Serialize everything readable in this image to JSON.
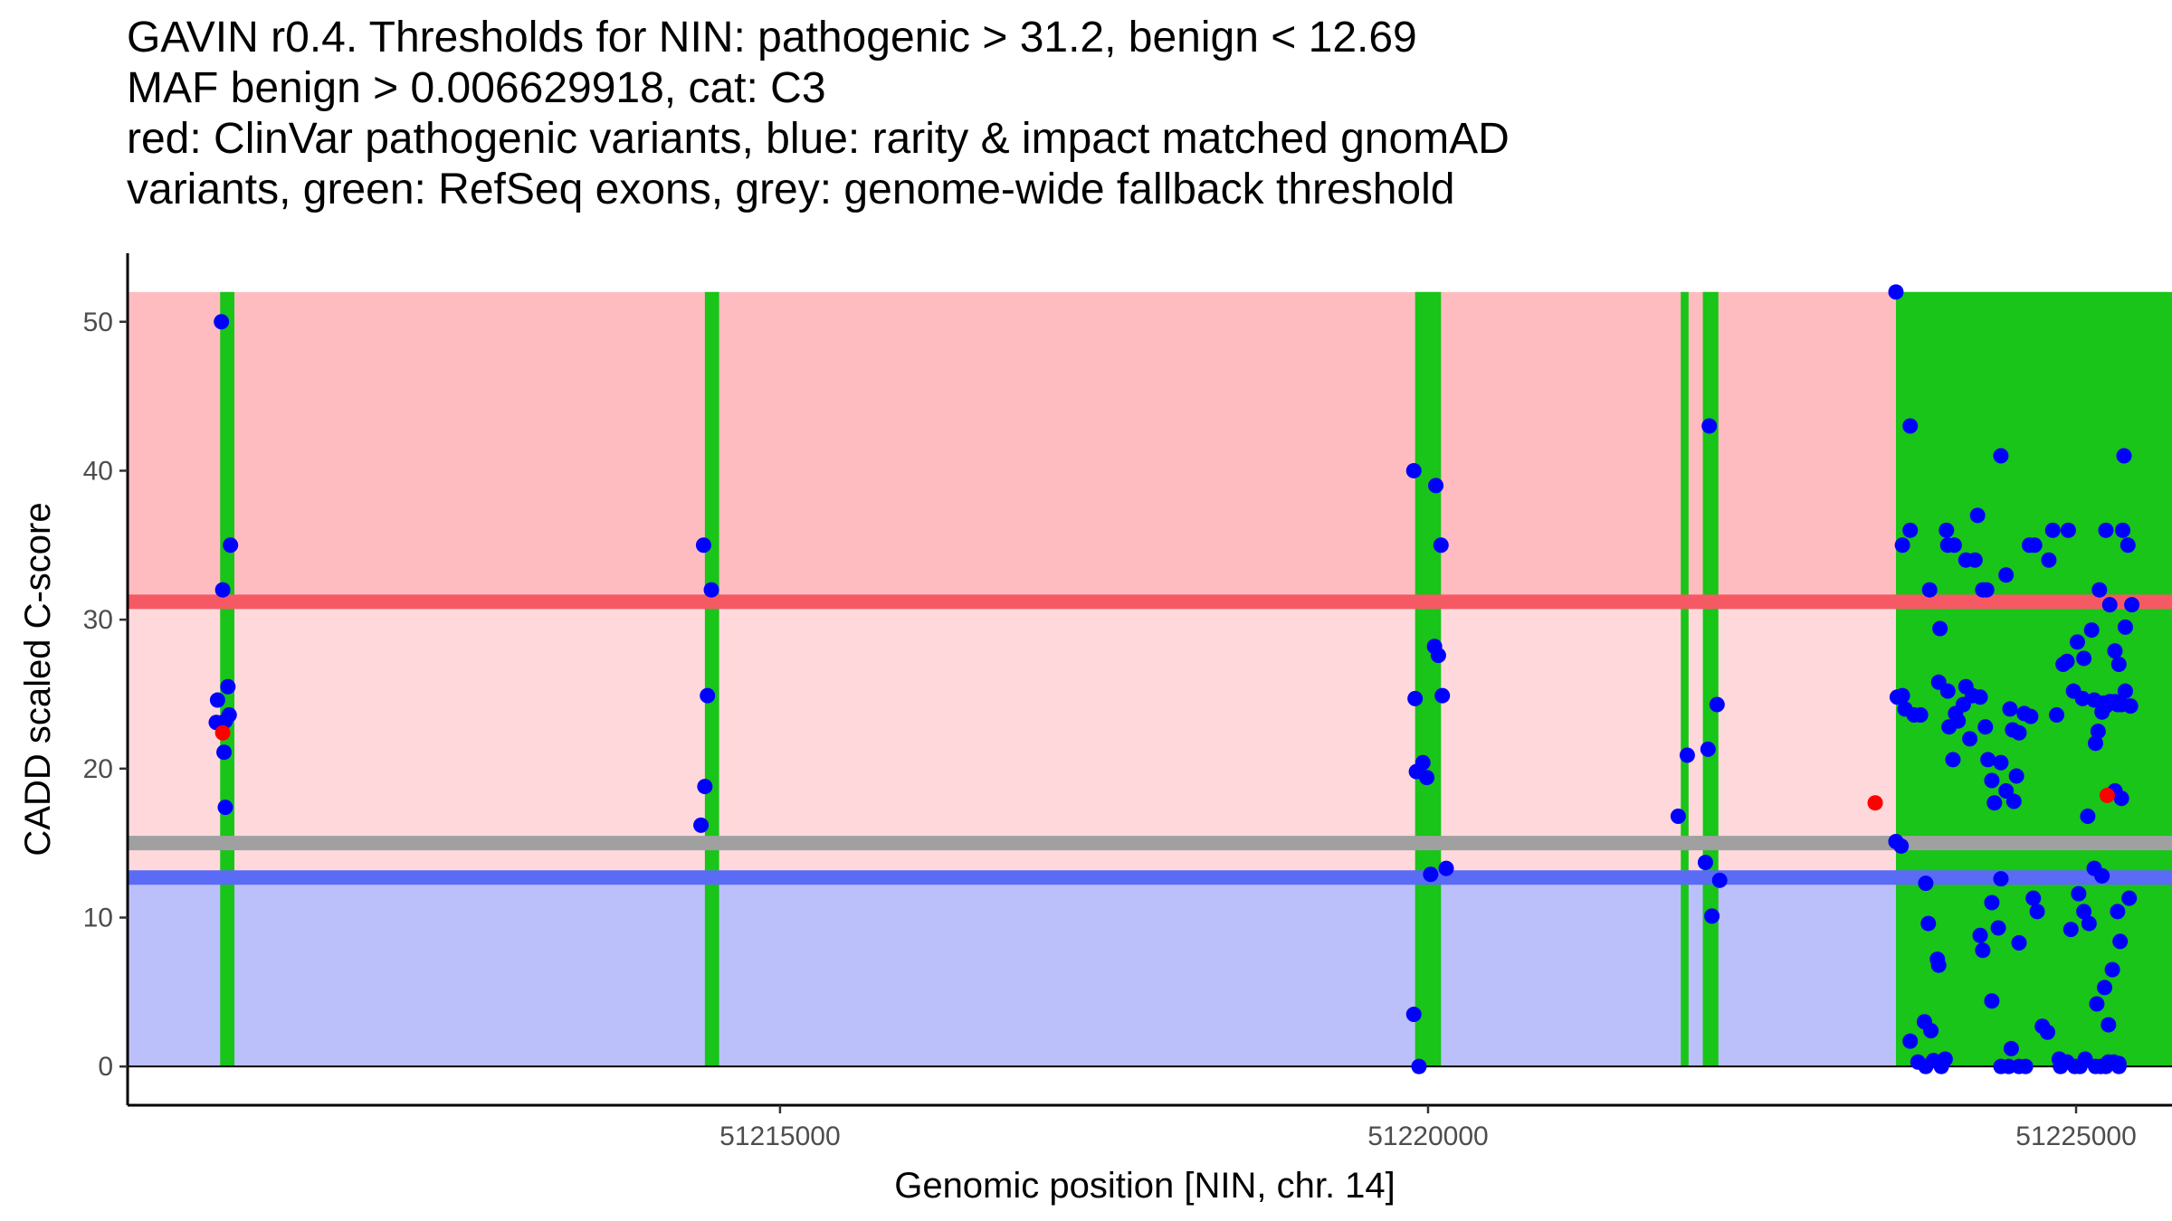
{
  "title_lines": [
    "GAVIN r0.4. Thresholds for NIN: pathogenic > 31.2, benign < 12.69",
    "MAF benign > 0.006629918, cat: C3",
    "red: ClinVar pathogenic variants, blue: rarity & impact matched gnomAD",
    "variants, green: RefSeq exons, grey: genome-wide fallback threshold"
  ],
  "chart_data": {
    "type": "scatter",
    "xlabel": "Genomic position [NIN, chr. 14]",
    "ylabel": "CADD scaled C-score",
    "xlim": [
      51209966,
      51225740
    ],
    "ylim": [
      -2.6,
      54.6
    ],
    "x_ticks": [
      51215000,
      51220000,
      51225000
    ],
    "y_ticks": [
      0,
      10,
      20,
      30,
      40,
      50
    ],
    "x_tick_labels": [
      "51215000",
      "51220000",
      "51225000"
    ],
    "y_tick_labels": [
      "0",
      "10",
      "20",
      "30",
      "40",
      "50"
    ],
    "grid": false,
    "thresholds": {
      "pathogenic": 31.2,
      "benign": 12.69,
      "genome_wide_fallback": 15.0,
      "band_top": 52
    },
    "colors": {
      "pathogenic_region": "#ffbcc0",
      "intermediate_region": "#ffd8dc",
      "benign_region": "#bbbffa",
      "pathogenic_line": "#f55a64",
      "benign_line": "#5a6bf5",
      "fallback_line": "#a0a0a0",
      "exon": "#18c518",
      "clinvar_point": "#ff0000",
      "gnomad_point": "#0000ff"
    },
    "exons": [
      [
        51210680,
        51210790
      ],
      [
        51214420,
        51214530
      ],
      [
        51219900,
        51220100
      ],
      [
        51221950,
        51222010
      ],
      [
        51222120,
        51222240
      ],
      [
        51223610,
        51225740
      ]
    ],
    "series": [
      {
        "name": "ClinVar pathogenic",
        "points": [
          [
            51210700,
            22.4
          ],
          [
            51223450,
            17.7
          ],
          [
            51225240,
            18.2
          ]
        ]
      },
      {
        "name": "gnomAD",
        "points": [
          [
            51210690,
            50
          ],
          [
            51210700,
            32
          ],
          [
            51210760,
            35
          ],
          [
            51210660,
            24.6
          ],
          [
            51210740,
            25.5
          ],
          [
            51210650,
            23.1
          ],
          [
            51210750,
            23.6
          ],
          [
            51210720,
            23.2
          ],
          [
            51210710,
            21.1
          ],
          [
            51210720,
            17.4
          ],
          [
            51214410,
            35
          ],
          [
            51214470,
            32
          ],
          [
            51214440,
            24.9
          ],
          [
            51214420,
            18.8
          ],
          [
            51214390,
            16.2
          ],
          [
            51219890,
            40
          ],
          [
            51220060,
            39
          ],
          [
            51220100,
            35
          ],
          [
            51220050,
            28.2
          ],
          [
            51220080,
            27.6
          ],
          [
            51219900,
            24.7
          ],
          [
            51220110,
            24.9
          ],
          [
            51219960,
            20.4
          ],
          [
            51219910,
            19.8
          ],
          [
            51219990,
            19.4
          ],
          [
            51220020,
            12.9
          ],
          [
            51220140,
            13.3
          ],
          [
            51219890,
            3.5
          ],
          [
            51219930,
            0
          ],
          [
            51222170,
            43
          ],
          [
            51222160,
            21.3
          ],
          [
            51222230,
            24.3
          ],
          [
            51222000,
            20.9
          ],
          [
            51221930,
            16.8
          ],
          [
            51222140,
            13.7
          ],
          [
            51222250,
            12.5
          ],
          [
            51222190,
            10.1
          ],
          [
            51223610,
            52
          ],
          [
            51223720,
            43
          ],
          [
            51223720,
            36
          ],
          [
            51223660,
            35
          ],
          [
            51223620,
            24.8
          ],
          [
            51223660,
            24.9
          ],
          [
            51223680,
            24
          ],
          [
            51223750,
            23.6
          ],
          [
            51223800,
            23.6
          ],
          [
            51223610,
            15.1
          ],
          [
            51223650,
            14.8
          ],
          [
            51223840,
            12.3
          ],
          [
            51223860,
            9.6
          ],
          [
            51223930,
            7.2
          ],
          [
            51223940,
            6.8
          ],
          [
            51223830,
            3
          ],
          [
            51223880,
            2.4
          ],
          [
            51223720,
            1.7
          ],
          [
            51223780,
            0.3
          ],
          [
            51223840,
            0
          ],
          [
            51223900,
            0.4
          ],
          [
            51223960,
            0
          ],
          [
            51223990,
            0.5
          ],
          [
            51224000,
            36
          ],
          [
            51224010,
            35
          ],
          [
            51224060,
            35
          ],
          [
            51223870,
            32
          ],
          [
            51224150,
            34
          ],
          [
            51224220,
            34
          ],
          [
            51224280,
            32
          ],
          [
            51224240,
            37
          ],
          [
            51224310,
            32
          ],
          [
            51224420,
            41
          ],
          [
            51223950,
            29.4
          ],
          [
            51223940,
            25.8
          ],
          [
            51224010,
            25.2
          ],
          [
            51224020,
            22.8
          ],
          [
            51224070,
            23.7
          ],
          [
            51224090,
            23.2
          ],
          [
            51224130,
            24.3
          ],
          [
            51224150,
            25.5
          ],
          [
            51224200,
            24.9
          ],
          [
            51224260,
            24.8
          ],
          [
            51224300,
            22.8
          ],
          [
            51224180,
            22
          ],
          [
            51224050,
            20.6
          ],
          [
            51224320,
            20.6
          ],
          [
            51224350,
            19.2
          ],
          [
            51224370,
            17.7
          ],
          [
            51224420,
            20.4
          ],
          [
            51224460,
            18.5
          ],
          [
            51224520,
            17.8
          ],
          [
            51224540,
            19.5
          ],
          [
            51224490,
            24
          ],
          [
            51224510,
            22.6
          ],
          [
            51224560,
            22.4
          ],
          [
            51224600,
            23.7
          ],
          [
            51224650,
            23.5
          ],
          [
            51224460,
            33
          ],
          [
            51224420,
            12.6
          ],
          [
            51224400,
            9.3
          ],
          [
            51224350,
            11
          ],
          [
            51224260,
            8.8
          ],
          [
            51224280,
            7.8
          ],
          [
            51224350,
            4.4
          ],
          [
            51224420,
            0
          ],
          [
            51224500,
            1.2
          ],
          [
            51224480,
            0
          ],
          [
            51224560,
            0
          ],
          [
            51224610,
            0
          ],
          [
            51224560,
            8.3
          ],
          [
            51224670,
            11.3
          ],
          [
            51224700,
            10.4
          ],
          [
            51224740,
            2.7
          ],
          [
            51224780,
            2.3
          ],
          [
            51224640,
            35
          ],
          [
            51224680,
            35
          ],
          [
            51224790,
            34
          ],
          [
            51224820,
            36
          ],
          [
            51224940,
            36
          ],
          [
            51224850,
            23.6
          ],
          [
            51224900,
            27
          ],
          [
            51224930,
            27.2
          ],
          [
            51224980,
            25.2
          ],
          [
            51225010,
            28.5
          ],
          [
            51225050,
            24.7
          ],
          [
            51225060,
            27.4
          ],
          [
            51224870,
            0.5
          ],
          [
            51224880,
            0
          ],
          [
            51224930,
            0.3
          ],
          [
            51224990,
            0
          ],
          [
            51225030,
            0
          ],
          [
            51225070,
            0.5
          ],
          [
            51224960,
            9.2
          ],
          [
            51225020,
            11.6
          ],
          [
            51225060,
            10.4
          ],
          [
            51225100,
            9.6
          ],
          [
            51225140,
            13.3
          ],
          [
            51225200,
            12.8
          ],
          [
            51225150,
            21.7
          ],
          [
            51225170,
            22.5
          ],
          [
            51225200,
            23.8
          ],
          [
            51225090,
            16.8
          ],
          [
            51225140,
            24.6
          ],
          [
            51225210,
            24.4
          ],
          [
            51225230,
            24.2
          ],
          [
            51225260,
            24.5
          ],
          [
            51225300,
            24.5
          ],
          [
            51225320,
            24.3
          ],
          [
            51225350,
            24.3
          ],
          [
            51225380,
            25.2
          ],
          [
            51225160,
            4.2
          ],
          [
            51225220,
            5.3
          ],
          [
            51225250,
            2.8
          ],
          [
            51225280,
            6.5
          ],
          [
            51225150,
            0
          ],
          [
            51225190,
            0
          ],
          [
            51225230,
            0
          ],
          [
            51225290,
            0.3
          ],
          [
            51225250,
            0.3
          ],
          [
            51225120,
            29.3
          ],
          [
            51225180,
            32
          ],
          [
            51225230,
            36
          ],
          [
            51225260,
            31
          ],
          [
            51225300,
            27.9
          ],
          [
            51225330,
            27
          ],
          [
            51225350,
            18
          ],
          [
            51225360,
            36
          ],
          [
            51225370,
            41
          ],
          [
            51225400,
            35
          ],
          [
            51225420,
            24.2
          ],
          [
            51225430,
            31
          ],
          [
            51225410,
            11.3
          ],
          [
            51225340,
            8.4
          ],
          [
            51225320,
            10.4
          ],
          [
            51225380,
            29.5
          ],
          [
            51225300,
            18.5
          ],
          [
            51225330,
            0
          ],
          [
            51225330,
            0.2
          ]
        ]
      }
    ]
  }
}
